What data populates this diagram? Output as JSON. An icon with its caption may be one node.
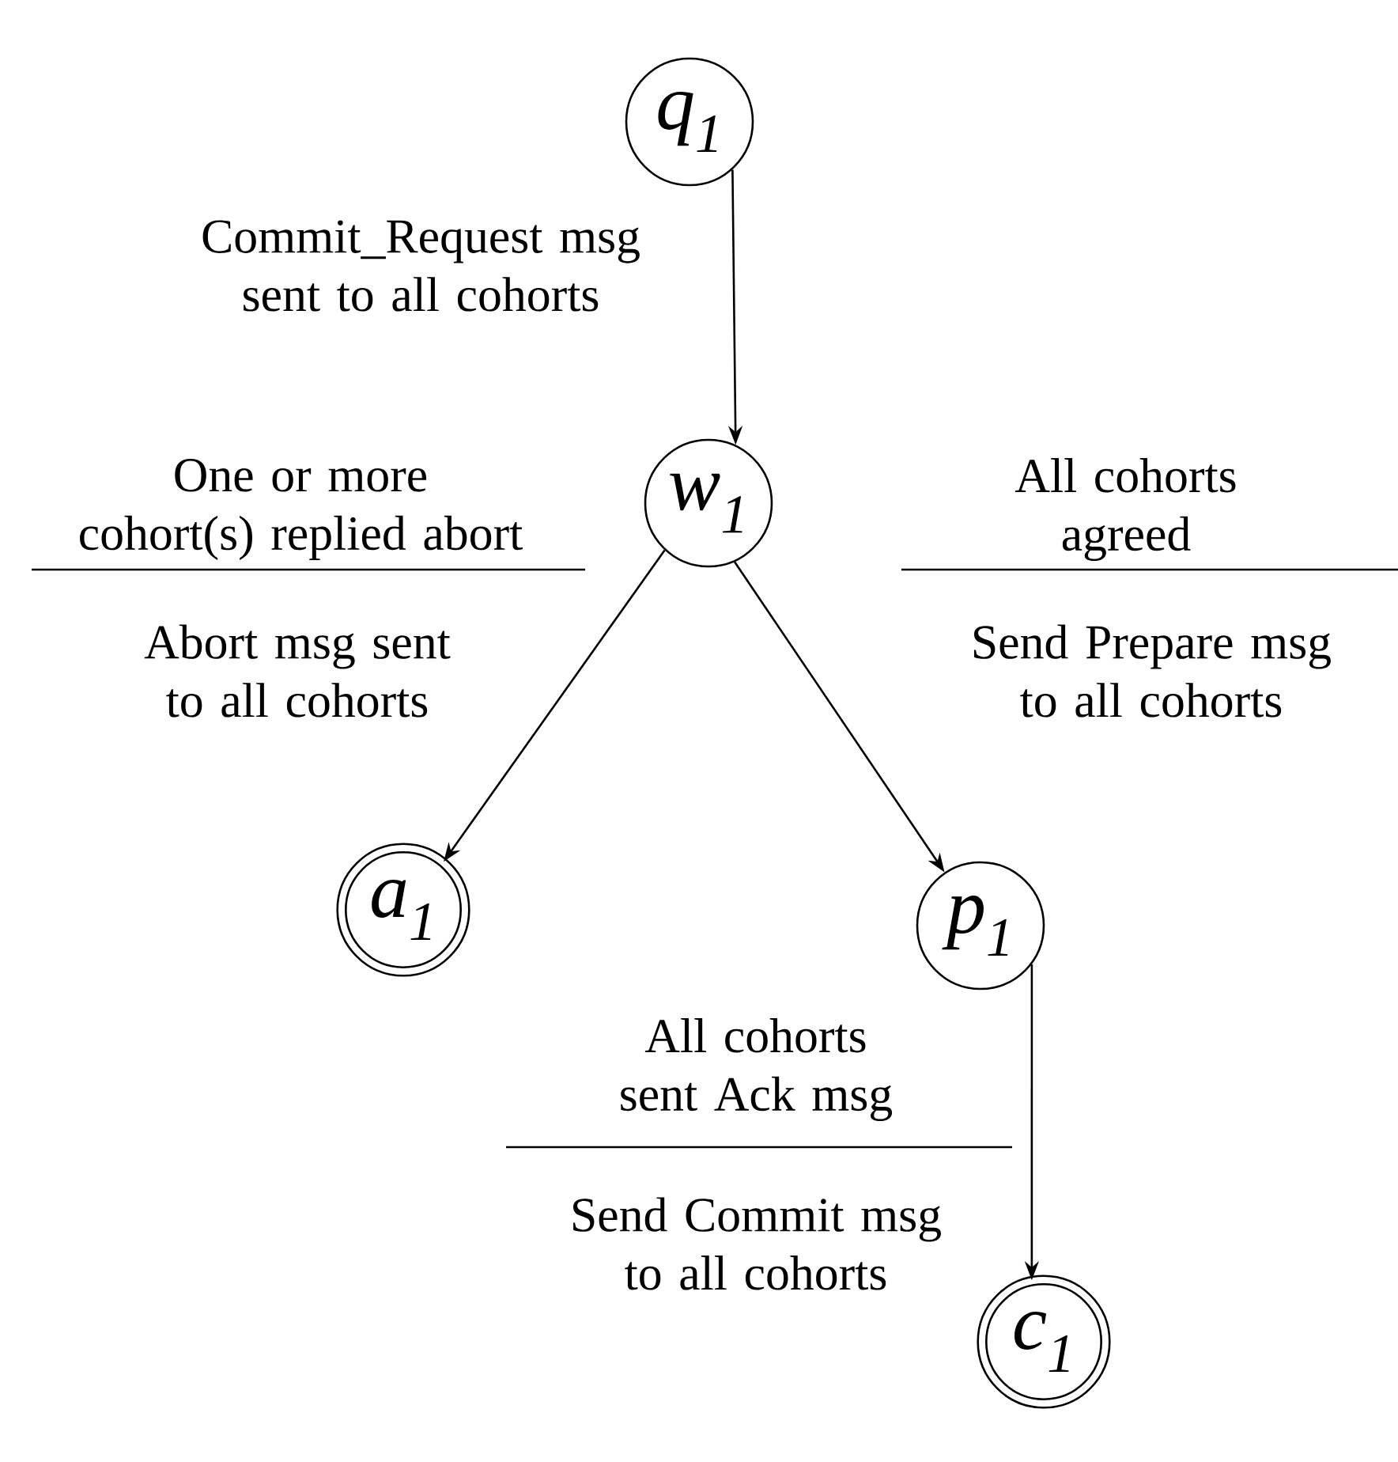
{
  "diagram": {
    "nodes": [
      {
        "text": [
          "q$_{1}$"
        ]
      },
      {
        "text": [
          "w$_{1}$"
        ]
      },
      {
        "text": [
          "a$_{1}$"
        ]
      },
      {
        "text": [
          "p$_{1}$"
        ]
      },
      {
        "text": [
          "c$_{1}$"
        ]
      }
    ],
    "edges": [
      {
        "from": 0,
        "to": 1,
        "arrow": "to",
        "label": "Commit_Request msg sent to all cohorts"
      },
      {
        "from": 1,
        "to": 2,
        "arrow": "to",
        "label": "One or more cohort(s) replied abort"
      },
      {
        "from": 1,
        "to": 3,
        "arrow": "to",
        "label": "All cohorts agreed"
      },
      {
        "from": 3,
        "to": 4,
        "arrow": "to",
        "label": "All cohorts sent Ack msg"
      }
    ],
    "labels": [
      "Abort msg sent to all cohorts",
      "Send Prepare msg to all cohorts",
      "Send Commit msg to all cohorts"
    ]
  }
}
